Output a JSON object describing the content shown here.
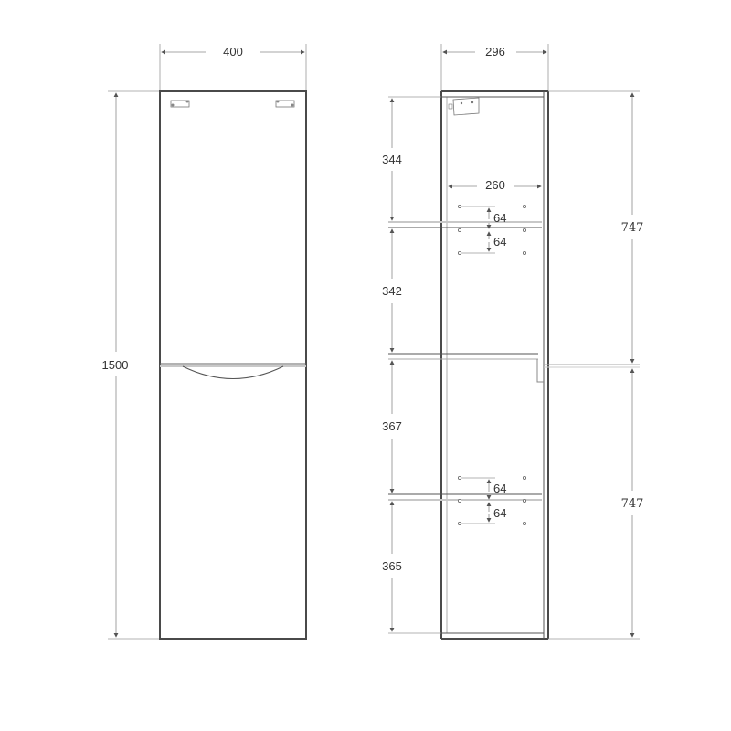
{
  "drawing": {
    "units": "mm",
    "front_view": {
      "width_label": "400",
      "height_label": "1500"
    },
    "side_view": {
      "depth_label": "296",
      "inner_width_label": "260",
      "section_heights": [
        "344",
        "342",
        "367",
        "365"
      ],
      "shelf_hole_spacing_upper": [
        "64",
        "64"
      ],
      "shelf_hole_spacing_lower": [
        "64",
        "64"
      ],
      "half_heights": [
        "747",
        "747"
      ]
    },
    "colors": {
      "outline": "#4a4a4a",
      "dimension_line": "#8a8a8a",
      "text": "#333333"
    }
  }
}
